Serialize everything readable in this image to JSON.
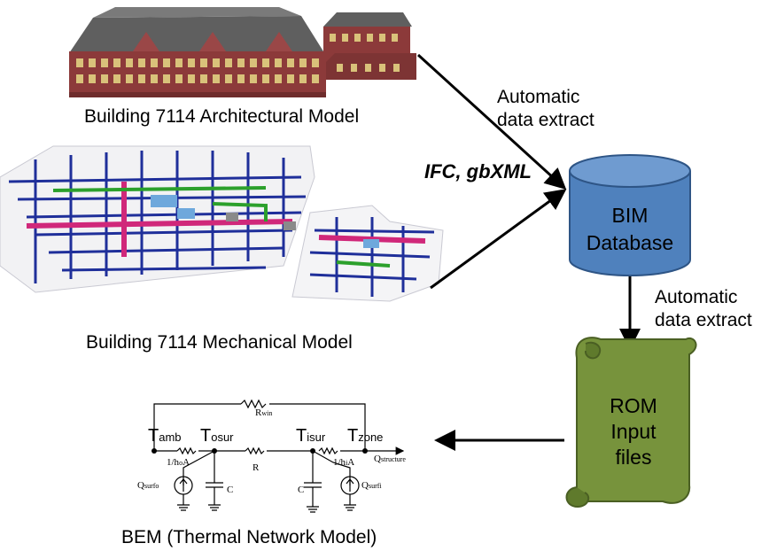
{
  "architectural_caption": "Building 7114 Architectural Model",
  "mechanical_caption": "Building 7114 Mechanical Model",
  "bem_caption": "BEM (Thermal Network Model)",
  "format_label": "IFC, gbXML",
  "extract_top": {
    "line1": "Automatic",
    "line2": "data extract"
  },
  "extract_bottom": {
    "line1": "Automatic",
    "line2": "data extract"
  },
  "database": {
    "line1": "BIM",
    "line2": "Database"
  },
  "rom": {
    "line1": "ROM",
    "line2": "Input",
    "line3": "files"
  },
  "circuit": {
    "t_amb": {
      "main": "T",
      "sub": "amb"
    },
    "t_osur": {
      "main": "T",
      "sub": "osur"
    },
    "t_isur": {
      "main": "T",
      "sub": "isur"
    },
    "t_zone": {
      "main": "T",
      "sub": "zone"
    },
    "r_win": {
      "main": "R",
      "sub": "win"
    },
    "r": "R",
    "q_structure": {
      "main": "Q",
      "sub": "structure"
    },
    "ho": {
      "pre": "1/h",
      "sub": "o",
      "post": "A"
    },
    "hi": {
      "pre": "1/h",
      "sub": "i",
      "post": "A"
    },
    "c_left": "C",
    "c_right": "C",
    "q_surfo": {
      "main": "Q",
      "sub": "surfo"
    },
    "q_surfi": {
      "main": "Q",
      "sub": "surfi"
    }
  },
  "colors": {
    "database_fill": "#4f81bd",
    "database_stroke": "#2e5586",
    "scroll_fill": "#77933c",
    "scroll_stroke": "#4a5f23",
    "roof": "#5f5f5f",
    "brick": "#8c3a3a",
    "pipe_blue": "#1f2f9a",
    "pipe_pink": "#d0287a",
    "pipe_green": "#2ca02c"
  }
}
